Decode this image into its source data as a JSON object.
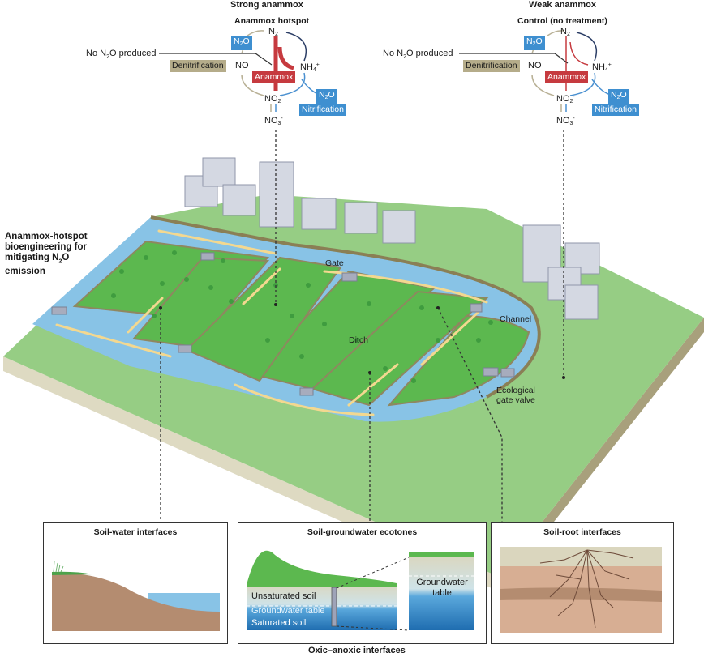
{
  "figure": {
    "main_title": "Anammox-hotspot bioengineering for mitigating N2O emission",
    "main_title_lines": [
      "Anammox-hotspot",
      "bioengineering for",
      "mitigating N",
      "O",
      "emission"
    ],
    "bottom_caption": "Oxic–anoxic interfaces"
  },
  "cycles": [
    {
      "id": "strong",
      "heading": "Strong anammox",
      "subheading": "Anammox hotspot",
      "no_n2o_label": "No N",
      "no_n2o_sub": "2",
      "no_n2o_rest": "O produced",
      "species": {
        "n2": "N",
        "n2_sub": "2",
        "nh4": "NH",
        "nh4_sub": "4",
        "nh4_sup": "+",
        "no": "NO",
        "no2": "NO",
        "no2_sub": "2",
        "no2_sup": "-",
        "no3": "NO",
        "no3_sub": "3",
        "no3_sup": "-"
      },
      "tags": {
        "n2o_top": "N",
        "n2o_sub": "2",
        "n2o_rest": "O",
        "denitrification": "Denitrification",
        "anammox": "Anammox",
        "n2o_right": "N",
        "n2o_right_sub": "2",
        "n2o_right_rest": "O",
        "nitrification": "Nitrification"
      },
      "anammox_strength": "strong"
    },
    {
      "id": "weak",
      "heading": "Weak anammox",
      "subheading": "Control (no treatment)",
      "no_n2o_label": "No N",
      "no_n2o_sub": "2",
      "no_n2o_rest": "O produced",
      "species": {
        "n2": "N",
        "n2_sub": "2",
        "nh4": "NH",
        "nh4_sub": "4",
        "nh4_sup": "+",
        "no": "NO",
        "no2": "NO",
        "no2_sub": "2",
        "no2_sup": "-",
        "no3": "NO",
        "no3_sub": "3",
        "no3_sup": "-"
      },
      "tags": {
        "n2o_top": "N",
        "n2o_sub": "2",
        "n2o_rest": "O",
        "denitrification": "Denitrification",
        "anammox": "Anammox",
        "n2o_right": "N",
        "n2o_right_sub": "2",
        "n2o_right_rest": "O",
        "nitrification": "Nitrification"
      },
      "anammox_strength": "weak"
    }
  ],
  "landscape_labels": {
    "gate": "Gate",
    "ditch": "Ditch",
    "channel": "Channel",
    "ecological_gate_valve_1": "Ecological",
    "ecological_gate_valve_2": "gate valve"
  },
  "panels": [
    {
      "id": "soil-water",
      "title": "Soil-water interfaces"
    },
    {
      "id": "soil-groundwater",
      "title": "Soil-groundwater ecotones",
      "labels": {
        "unsaturated": "Unsaturated soil",
        "gw_table": "Groundwater table",
        "saturated": "Saturated soil",
        "inset_1": "Groundwater",
        "inset_2": "table"
      }
    },
    {
      "id": "soil-root",
      "title": "Soil-root interfaces"
    }
  ],
  "colors": {
    "n2o_blue": "#3e8fd0",
    "denitrification_tan": "#b5ac8a",
    "anammox_red": "#c63a3f",
    "nitrification_arrow": "#4a90d0",
    "n2_to_nh4_arrow": "#2c3e66",
    "denitrification_arrow": "#b9b196",
    "water": "#88c3e6",
    "field_green": "#5cb84f",
    "grass_green": "#96cd84",
    "soil_side": "#dedac2",
    "building": "#d4d8e2",
    "flow_arrow": "#f3d890"
  }
}
